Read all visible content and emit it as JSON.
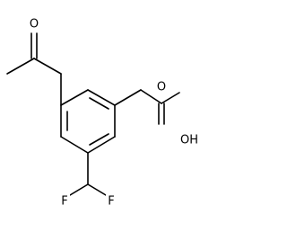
{
  "molecule": {
    "atoms": {
      "ketone_oxygen": "O",
      "acid_oxygen": "O",
      "hydroxyl": "OH",
      "fluorine_left": "F",
      "fluorine_right": "F"
    }
  }
}
